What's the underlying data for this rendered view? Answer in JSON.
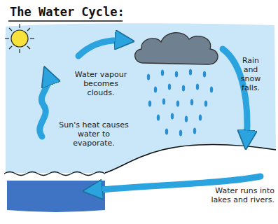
{
  "diagram": {
    "title": "The Water Cycle:",
    "labels": [
      "Water vapour becomes clouds.",
      "Rain and snow falls.",
      "Sun's heat causes water to evaporate.",
      "Water runs into lakes and rivers."
    ]
  }
}
